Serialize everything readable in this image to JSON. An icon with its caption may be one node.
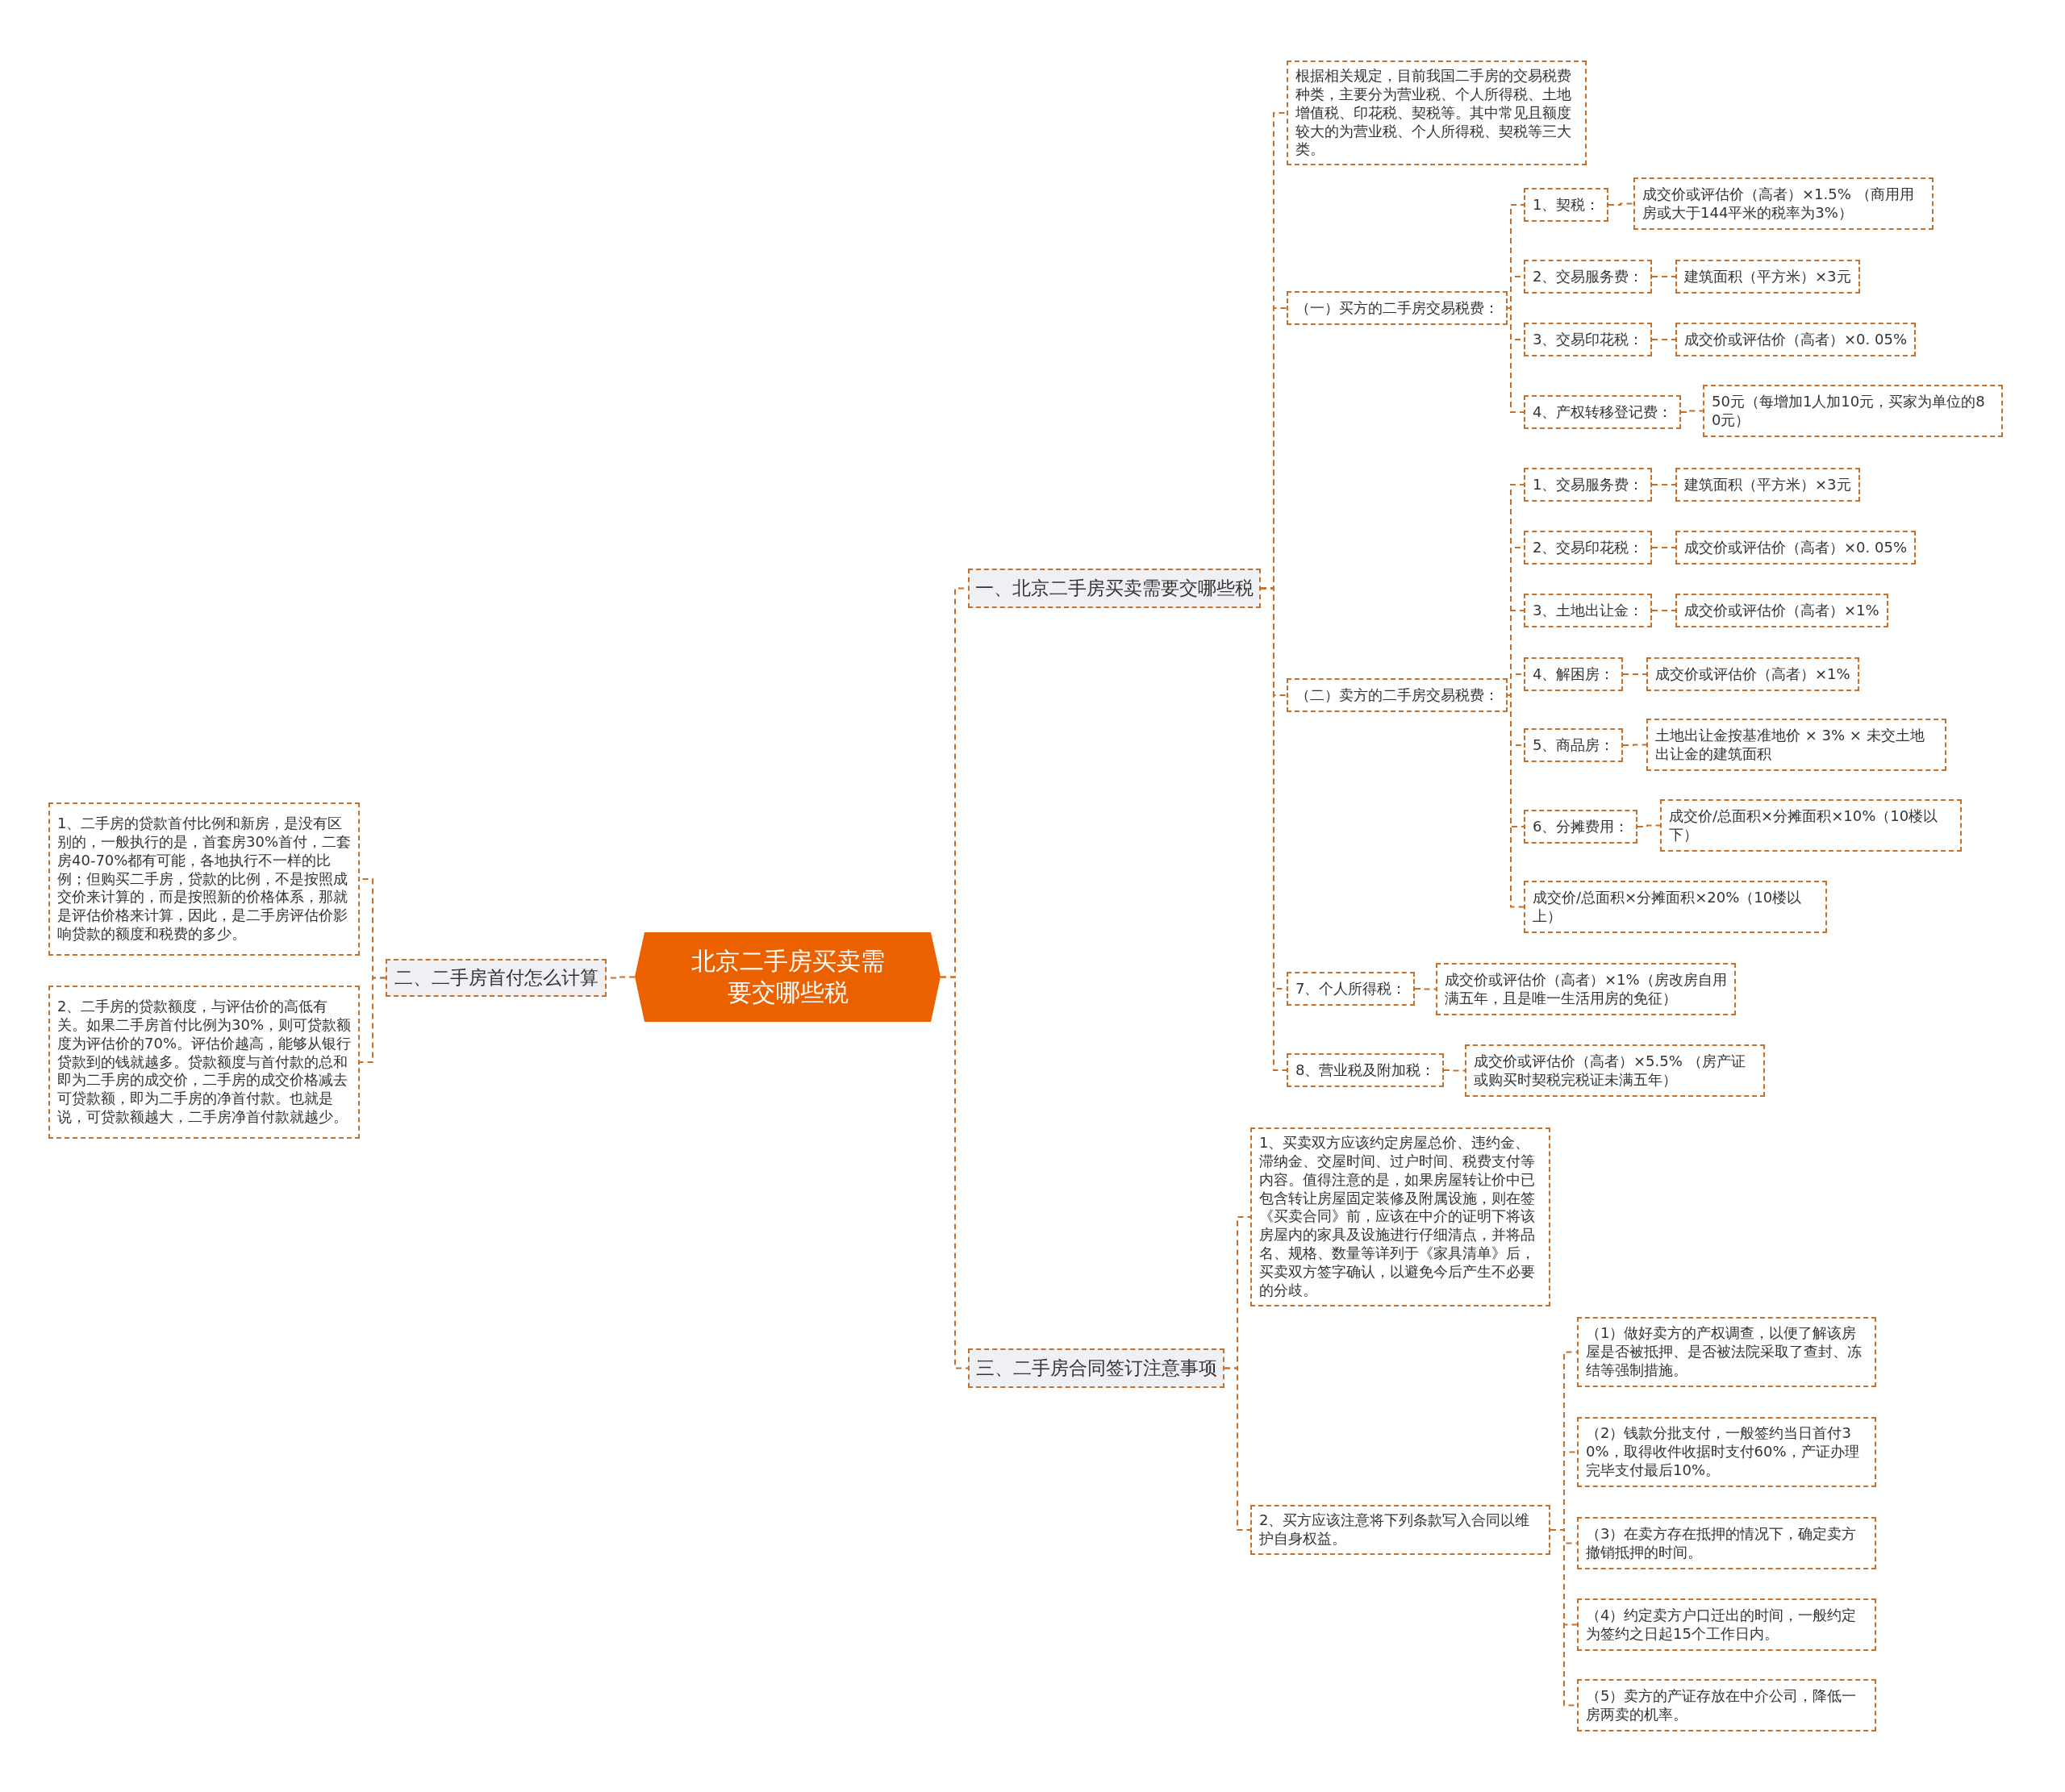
{
  "diagram": {
    "nodes": [
      {
        "text": [
          "北京二手房买卖需要交哪些税"
        ]
      },
      {
        "text": [
          "一、北京二手房买卖需要交哪些税"
        ]
      },
      {
        "text": [
          "根据相关规定，目前我国二手房的交易税费种类，主要分为营业税、个人所得税、土地增值税、印花税、契税等。其中常见且额度较大的为营业税、个人所得税、契税等三大类。"
        ]
      },
      {
        "text": [
          "（一）买方的二手房交易税费："
        ]
      },
      {
        "text": [
          "1、契税："
        ]
      },
      {
        "text": [
          "成交价或评估价（高者）×1.5% （商用用房或大于144平米的税率为3%）"
        ]
      },
      {
        "text": [
          "2、交易服务费："
        ]
      },
      {
        "text": [
          "建筑面积（平方米）×3元"
        ]
      },
      {
        "text": [
          "3、交易印花税："
        ]
      },
      {
        "text": [
          "成交价或评估价（高者）×0. 05%"
        ]
      },
      {
        "text": [
          "4、产权转移登记费："
        ]
      },
      {
        "text": [
          "50元（每增加1人加10元，买家为单位的80元）"
        ]
      },
      {
        "text": [
          "（二）卖方的二手房交易税费："
        ]
      },
      {
        "text": [
          "1、交易服务费："
        ]
      },
      {
        "text": [
          "建筑面积（平方米）×3元"
        ]
      },
      {
        "text": [
          "2、交易印花税："
        ]
      },
      {
        "text": [
          "成交价或评估价（高者）×0. 05%"
        ]
      },
      {
        "text": [
          "3、土地出让金："
        ]
      },
      {
        "text": [
          "成交价或评估价（高者）×1%"
        ]
      },
      {
        "text": [
          "4、解困房："
        ]
      },
      {
        "text": [
          "成交价或评估价（高者）×1%"
        ]
      },
      {
        "text": [
          "5、商品房："
        ]
      },
      {
        "text": [
          "土地出让金按基准地价 × 3% × 未交土地出让金的建筑面积"
        ]
      },
      {
        "text": [
          "6、分摊费用："
        ]
      },
      {
        "text": [
          "成交价/总面积×分摊面积×10%（10楼以下）"
        ]
      },
      {
        "text": [
          "成交价/总面积×分摊面积×20%（10楼以上）"
        ]
      },
      {
        "text": [
          "7、个人所得税："
        ]
      },
      {
        "text": [
          "成交价或评估价（高者）×1%（房改房自用满五年，且是唯一生活用房的免征）"
        ]
      },
      {
        "text": [
          "8、营业税及附加税："
        ]
      },
      {
        "text": [
          "成交价或评估价（高者）×5.5% （房产证或购买时契税完税证未满五年）"
        ]
      },
      {
        "text": [
          "二、二手房首付怎么计算"
        ]
      },
      {
        "text": [
          "1、二手房的贷款首付比例和新房，是没有区别的，一般执行的是，首套房30%首付，二套房40-70%都有可能，各地执行不一样的比例；但购买二手房，贷款的比例，不是按照成交价来计算的，而是按照新的价格体系，那就是评估价格来计算，因此，是二手房评估价影响贷款的额度和税费的多少。"
        ]
      },
      {
        "text": [
          "2、二手房的贷款额度，与评估价的高低有关。如果二手房首付比例为30%，则可贷款额度为评估价的70%。评估价越高，能够从银行贷款到的钱就越多。贷款额度与首付款的总和即为二手房的成交价，二手房的成交价格减去可贷款额，即为二手房的净首付款。也就是说，可贷款额越大，二手房净首付款就越少。"
        ]
      },
      {
        "text": [
          "三、二手房合同签订注意事项"
        ]
      },
      {
        "text": [
          "1、买卖双方应该约定房屋总价、违约金、滞纳金、交屋时间、过户时间、税费支付等内容。值得注意的是，如果房屋转让价中已包含转让房屋固定装修及附属设施，则在签《买卖合同》前，应该在中介的证明下将该房屋内的家具及设施进行仔细清点，并将品名、规格、数量等详列于《家具清单》后，买卖双方签字确认，以避免今后产生不必要的分歧。"
        ]
      },
      {
        "text": [
          "2、买方应该注意将下列条款写入合同以维护自身权益。"
        ]
      },
      {
        "text": [
          "（1）做好卖方的产权调查，以便了解该房屋是否被抵押、是否被法院采取了查封、冻结等强制措施。"
        ]
      },
      {
        "text": [
          "（2）钱款分批支付，一般签约当日首付30%，取得收件收据时支付60%，产证办理完毕支付最后10%。"
        ]
      },
      {
        "text": [
          "（3）在卖方存在抵押的情况下，确定卖方撤销抵押的时间。"
        ]
      },
      {
        "text": [
          "（4）约定卖方户口迁出的时间，一般约定为签约之日起15个工作日内。"
        ]
      },
      {
        "text": [
          "（5）卖方的产证存放在中介公司，降低一房两卖的机率。"
        ]
      }
    ],
    "edges": [
      {
        "from": 0,
        "to": 1,
        "arrow": "none",
        "style": "dashed"
      },
      {
        "from": 0,
        "to": 30,
        "arrow": "none",
        "style": "dashed"
      },
      {
        "from": 0,
        "to": 33,
        "arrow": "none",
        "style": "dashed"
      },
      {
        "from": 1,
        "to": 2,
        "arrow": "none",
        "style": "dashed"
      },
      {
        "from": 1,
        "to": 3,
        "arrow": "none",
        "style": "dashed"
      },
      {
        "from": 1,
        "to": 12,
        "arrow": "none",
        "style": "dashed"
      },
      {
        "from": 1,
        "to": 26,
        "arrow": "none",
        "style": "dashed"
      },
      {
        "from": 1,
        "to": 28,
        "arrow": "none",
        "style": "dashed"
      },
      {
        "from": 3,
        "to": 4,
        "arrow": "none",
        "style": "dashed"
      },
      {
        "from": 4,
        "to": 5,
        "arrow": "none",
        "style": "dashed"
      },
      {
        "from": 3,
        "to": 6,
        "arrow": "none",
        "style": "dashed"
      },
      {
        "from": 6,
        "to": 7,
        "arrow": "none",
        "style": "dashed"
      },
      {
        "from": 3,
        "to": 8,
        "arrow": "none",
        "style": "dashed"
      },
      {
        "from": 8,
        "to": 9,
        "arrow": "none",
        "style": "dashed"
      },
      {
        "from": 3,
        "to": 10,
        "arrow": "none",
        "style": "dashed"
      },
      {
        "from": 10,
        "to": 11,
        "arrow": "none",
        "style": "dashed"
      },
      {
        "from": 12,
        "to": 13,
        "arrow": "none",
        "style": "dashed"
      },
      {
        "from": 13,
        "to": 14,
        "arrow": "none",
        "style": "dashed"
      },
      {
        "from": 12,
        "to": 15,
        "arrow": "none",
        "style": "dashed"
      },
      {
        "from": 15,
        "to": 16,
        "arrow": "none",
        "style": "dashed"
      },
      {
        "from": 12,
        "to": 17,
        "arrow": "none",
        "style": "dashed"
      },
      {
        "from": 17,
        "to": 18,
        "arrow": "none",
        "style": "dashed"
      },
      {
        "from": 12,
        "to": 19,
        "arrow": "none",
        "style": "dashed"
      },
      {
        "from": 19,
        "to": 20,
        "arrow": "none",
        "style": "dashed"
      },
      {
        "from": 12,
        "to": 21,
        "arrow": "none",
        "style": "dashed"
      },
      {
        "from": 21,
        "to": 22,
        "arrow": "none",
        "style": "dashed"
      },
      {
        "from": 12,
        "to": 23,
        "arrow": "none",
        "style": "dashed"
      },
      {
        "from": 23,
        "to": 24,
        "arrow": "none",
        "style": "dashed"
      },
      {
        "from": 12,
        "to": 25,
        "arrow": "none",
        "style": "dashed"
      },
      {
        "from": 26,
        "to": 27,
        "arrow": "none",
        "style": "dashed"
      },
      {
        "from": 28,
        "to": 29,
        "arrow": "none",
        "style": "dashed"
      },
      {
        "from": 30,
        "to": 31,
        "arrow": "none",
        "style": "dashed"
      },
      {
        "from": 30,
        "to": 32,
        "arrow": "none",
        "style": "dashed"
      },
      {
        "from": 33,
        "to": 34,
        "arrow": "none",
        "style": "dashed"
      },
      {
        "from": 33,
        "to": 35,
        "arrow": "none",
        "style": "dashed"
      },
      {
        "from": 35,
        "to": 36,
        "arrow": "none",
        "style": "dashed"
      },
      {
        "from": 35,
        "to": 37,
        "arrow": "none",
        "style": "dashed"
      },
      {
        "from": 35,
        "to": 38,
        "arrow": "none",
        "style": "dashed"
      },
      {
        "from": 35,
        "to": 39,
        "arrow": "none",
        "style": "dashed"
      },
      {
        "from": 35,
        "to": 40,
        "arrow": "none",
        "style": "dashed"
      }
    ]
  }
}
